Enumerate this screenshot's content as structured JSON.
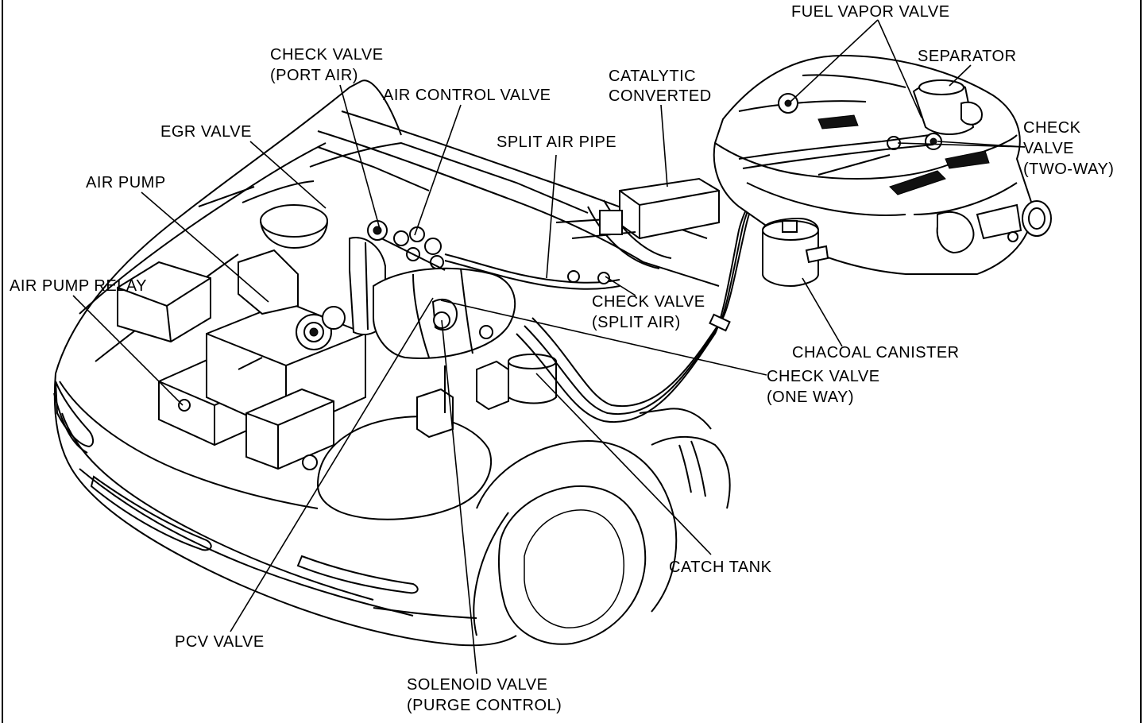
{
  "labels": {
    "fuel_vapor_valve": "FUEL VAPOR VALVE",
    "separator": "SEPARATOR",
    "check_valve_port_air_1": "CHECK VALVE",
    "check_valve_port_air_2": "(PORT AIR)",
    "air_control_valve": "AIR CONTROL VALVE",
    "catalytic_1": "CATALYTIC",
    "catalytic_2": "CONVERTED",
    "egr_valve": "EGR VALVE",
    "split_air_pipe": "SPLIT AIR PIPE",
    "check_valve_two_way_1": "CHECK",
    "check_valve_two_way_2": "VALVE",
    "check_valve_two_way_3": "(TWO-WAY)",
    "air_pump": "AIR PUMP",
    "air_pump_relay": "AIR PUMP RELAY",
    "check_valve_split_air_1": "CHECK VALVE",
    "check_valve_split_air_2": "(SPLIT AIR)",
    "charcoal_canister": "CHACOAL CANISTER",
    "check_valve_one_way_1": "CHECK VALVE",
    "check_valve_one_way_2": "(ONE WAY)",
    "catch_tank": "CATCH TANK",
    "pcv_valve": "PCV VALVE",
    "solenoid_valve_1": "SOLENOID VALVE",
    "solenoid_valve_2": "(PURGE CONTROL)"
  },
  "colors": {
    "line": "#000000",
    "background": "#ffffff"
  }
}
